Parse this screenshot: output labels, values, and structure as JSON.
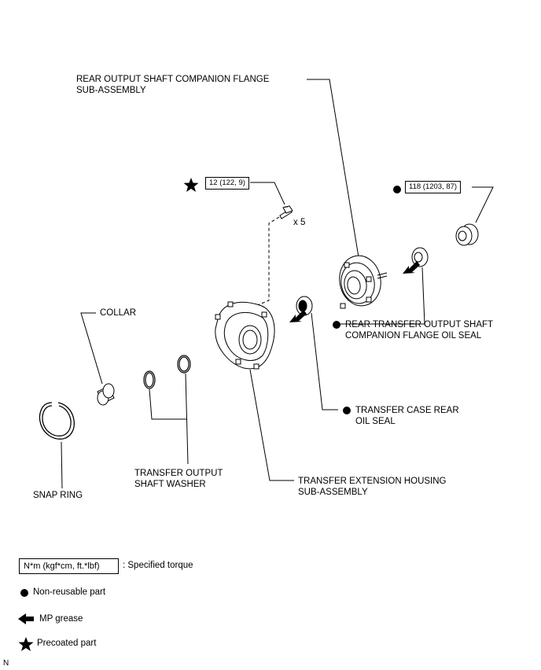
{
  "labels": {
    "flange_assy_line1": "REAR OUTPUT SHAFT COMPANION FLANGE",
    "flange_assy_line2": "SUB-ASSEMBLY",
    "collar": "COLLAR",
    "flange_seal_line1": "REAR TRANSFER OUTPUT SHAFT",
    "flange_seal_line2": "COMPANION FLANGE OIL SEAL",
    "case_seal_line1": "TRANSFER CASE REAR",
    "case_seal_line2": "OIL SEAL",
    "washer_line1": "TRANSFER OUTPUT",
    "washer_line2": "SHAFT WASHER",
    "housing_line1": "TRANSFER EXTENSION HOUSING",
    "housing_line2": "SUB-ASSEMBLY",
    "snap_ring": "SNAP RING",
    "bolt_qty": "x 5"
  },
  "torques": {
    "bolt": "12 (122, 9)",
    "nut": "118 (1203, 87)"
  },
  "legend": {
    "torque_box": "N*m (kgf*cm, ft.*lbf)",
    "torque_desc": ": Specified torque",
    "nonreusable": "Non-reusable part",
    "grease": "MP grease",
    "precoated": "Precoated part"
  },
  "corner_mark": "N",
  "symbols": {
    "nonreusable": "filled-circle",
    "grease": "arrow",
    "precoated": "star"
  }
}
